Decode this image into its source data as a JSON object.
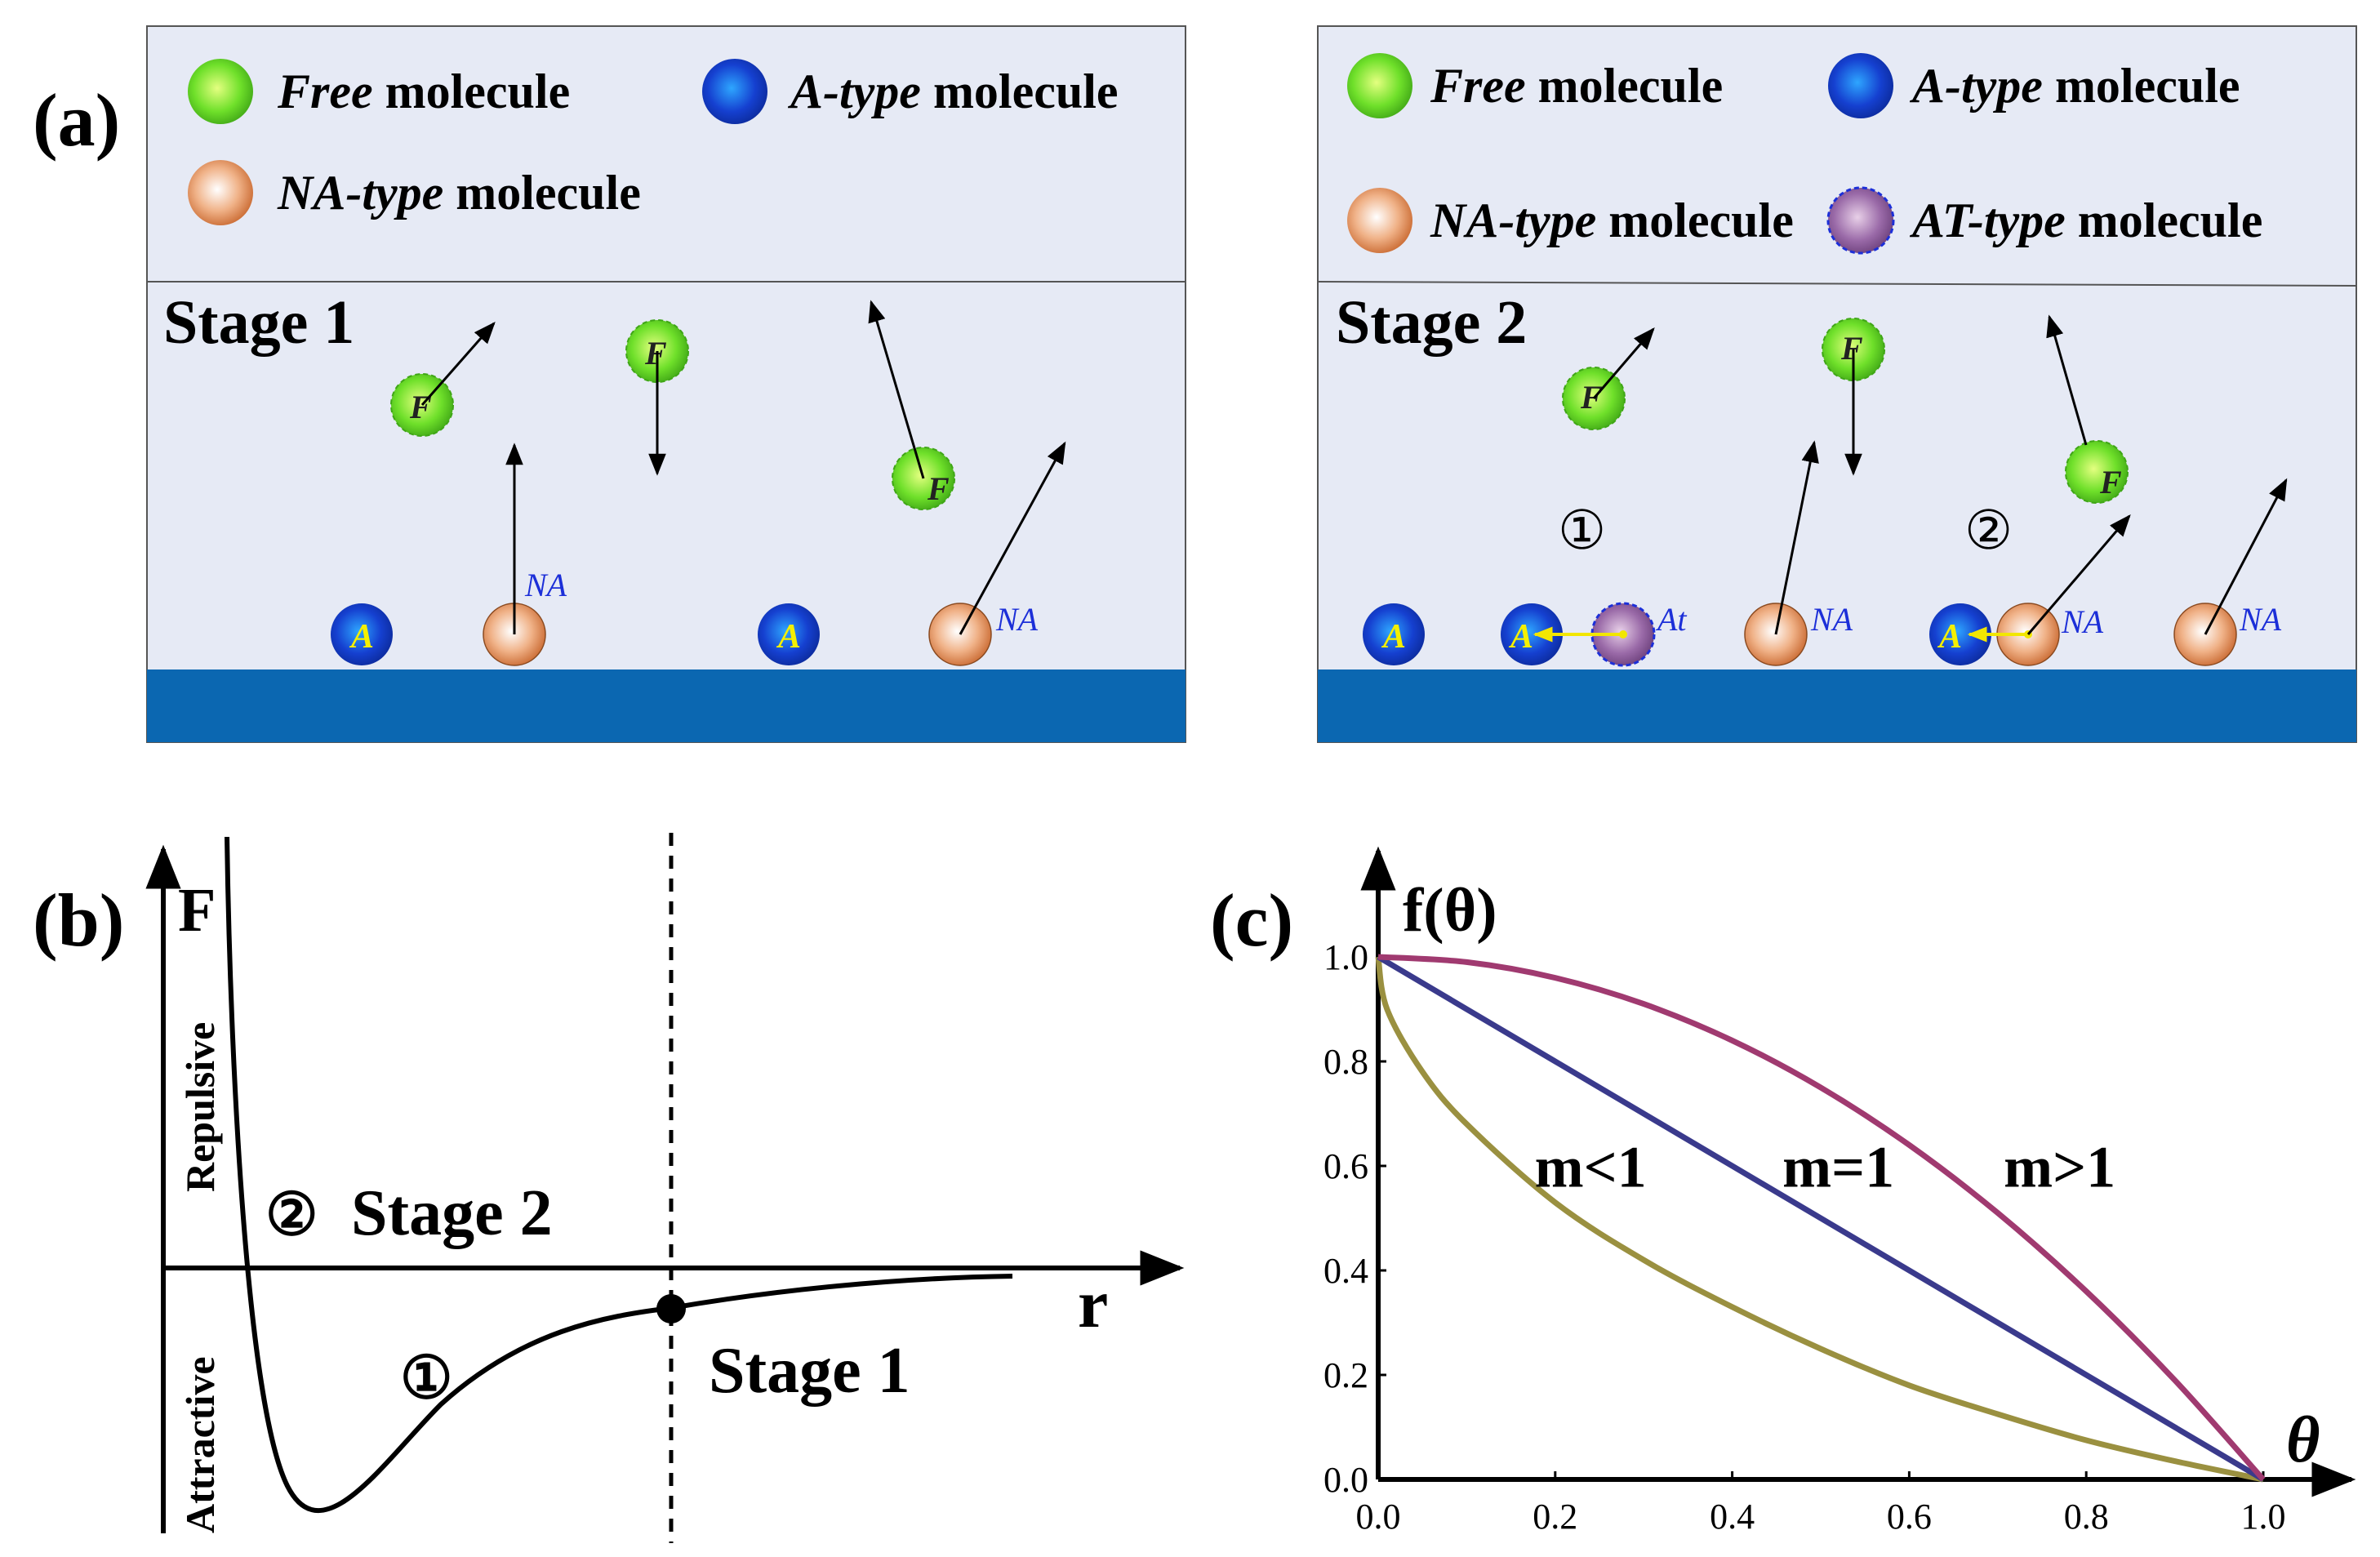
{
  "panel_a": {
    "label": "(a)",
    "stage1": {
      "title": "Stage 1",
      "legend": {
        "free": {
          "italic": "Free",
          "rest": " molecule"
        },
        "a_type": {
          "italic": "A-type",
          "rest": " molecule"
        },
        "na_type": {
          "italic": "NA-type",
          "rest": " molecule"
        }
      },
      "free_letter": "F",
      "a_letter": "A",
      "na_tag": "NA"
    },
    "stage2": {
      "title": "Stage 2",
      "legend": {
        "free": {
          "italic": "Free",
          "rest": " molecule"
        },
        "a_type": {
          "italic": "A-type",
          "rest": " molecule"
        },
        "na_type": {
          "italic": "NA-type",
          "rest": " molecule"
        },
        "at_type": {
          "italic": "AT-type",
          "rest": " molecule"
        }
      },
      "free_letter": "F",
      "a_letter": "A",
      "na_tag": "NA",
      "at_tag": "At",
      "marker_1": "①",
      "marker_2": "②"
    }
  },
  "panel_b": {
    "label": "(b)",
    "y_axis_label": "F",
    "x_axis_label": "r",
    "repulsive_label": "Repulsive",
    "attractive_label": "Attractive",
    "stage2_marker": "②",
    "stage2_label": "Stage 2",
    "stage1_label": "Stage 1",
    "marker_1": "①"
  },
  "panel_c": {
    "label": "(c)",
    "chart_data": {
      "type": "line",
      "xlabel": "θ",
      "ylabel": "f(θ)",
      "xlim": [
        0,
        1
      ],
      "ylim": [
        0,
        1
      ],
      "x_ticks": [
        "0.0",
        "0.2",
        "0.4",
        "0.6",
        "0.8",
        "1.0"
      ],
      "y_ticks": [
        "0.0",
        "0.2",
        "0.4",
        "0.6",
        "0.8",
        "1.0"
      ],
      "series": [
        {
          "name": "m<1",
          "color": "#9a9040",
          "x": [
            0,
            0.01,
            0.05,
            0.1,
            0.2,
            0.3,
            0.4,
            0.5,
            0.6,
            0.7,
            0.8,
            0.9,
            1.0
          ],
          "y": [
            1.0,
            0.9,
            0.78,
            0.68,
            0.53,
            0.42,
            0.33,
            0.25,
            0.18,
            0.125,
            0.075,
            0.035,
            0.0
          ]
        },
        {
          "name": "m=1",
          "color": "#3a3a8c",
          "x": [
            0,
            0.2,
            0.4,
            0.6,
            0.8,
            1.0
          ],
          "y": [
            1.0,
            0.8,
            0.6,
            0.4,
            0.2,
            0.0
          ]
        },
        {
          "name": "m>1",
          "color": "#a03a70",
          "x": [
            0,
            0.1,
            0.2,
            0.3,
            0.4,
            0.5,
            0.6,
            0.7,
            0.8,
            0.9,
            1.0
          ],
          "y": [
            1.0,
            0.99,
            0.96,
            0.91,
            0.84,
            0.75,
            0.64,
            0.51,
            0.36,
            0.19,
            0.0
          ]
        }
      ]
    }
  },
  "colors": {
    "panel_bg": "#e6eaf5",
    "substrate": "#0b67b1",
    "free_molecule": "#6fe02a",
    "a_molecule": "#1540d0",
    "na_molecule": "#e49455",
    "at_molecule": "#9a6aa8",
    "tag_text": "#1c2fd8",
    "letter_text": "#f4f000"
  }
}
